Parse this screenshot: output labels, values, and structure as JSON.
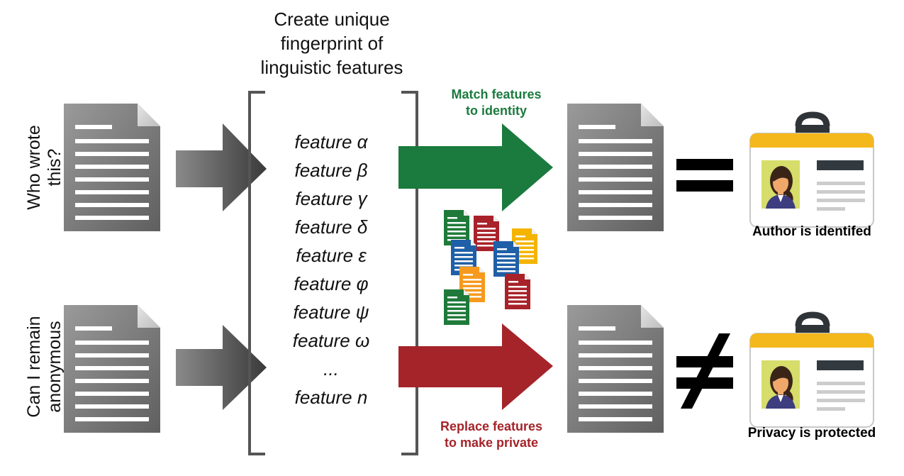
{
  "inputs": {
    "top_question": [
      "Who wrote",
      "this?"
    ],
    "bottom_question": [
      "Can I remain",
      "anonymous"
    ]
  },
  "fingerprint": {
    "title": [
      "Create unique",
      "fingerprint of",
      "linguistic features"
    ],
    "features": [
      "feature α",
      "feature β",
      "feature γ",
      "feature δ",
      "feature ε",
      "feature φ",
      "feature ψ",
      "feature ω",
      "...",
      "feature n"
    ]
  },
  "match": {
    "caption": [
      "Match features",
      "to identity"
    ],
    "relation_symbol": "=",
    "result": "Author is identifed",
    "color": "#1b7a3e"
  },
  "replace": {
    "caption": [
      "Replace features",
      "to make private"
    ],
    "relation_symbol": "≠",
    "result": "Privacy is protected",
    "color": "#a4242a"
  },
  "icons": [
    "document-icon",
    "arrow-icon",
    "document-stack-icon",
    "id-badge-icon",
    "equals-icon",
    "not-equal-icon"
  ],
  "colors": {
    "doc_gray": "#7d7d7d",
    "arrow_gray": "#5a5a5a",
    "doc_green": "#1f7a3a",
    "doc_red": "#a8222a",
    "doc_blue": "#1f5fa8",
    "doc_yellow": "#f4b400",
    "doc_orange": "#f59a1e",
    "badge_yellow": "#f5b81c",
    "badge_dark": "#3a3f44"
  }
}
